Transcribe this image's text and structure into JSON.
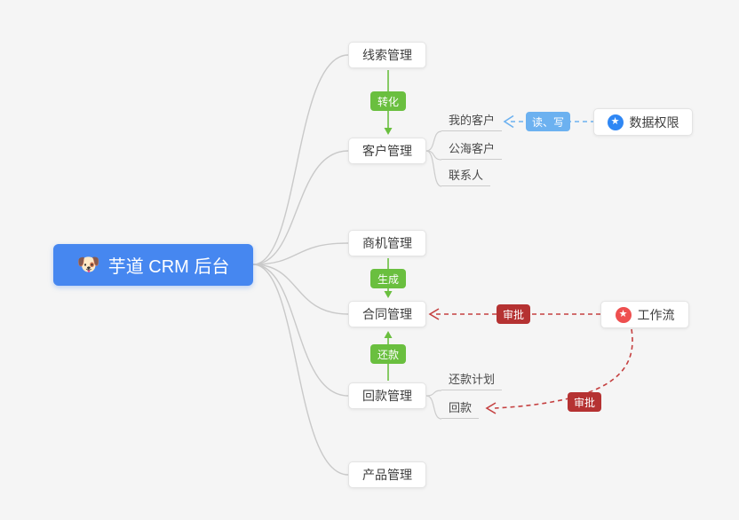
{
  "root": {
    "icon": "🐶",
    "label": "芋道 CRM 后台"
  },
  "nodes": {
    "clue": {
      "label": "线索管理"
    },
    "customer": {
      "label": "客户管理"
    },
    "opportunity": {
      "label": "商机管理"
    },
    "contract": {
      "label": "合同管理"
    },
    "receivable": {
      "label": "回款管理"
    },
    "product": {
      "label": "产品管理"
    }
  },
  "customer_children": {
    "my_customer": {
      "label": "我的客户"
    },
    "public_customer": {
      "label": "公海客户"
    },
    "contact": {
      "label": "联系人"
    }
  },
  "receivable_children": {
    "repayment_plan": {
      "label": "还款计划"
    },
    "receivable_item": {
      "label": "回款"
    }
  },
  "edge_badges": {
    "convert": {
      "label": "转化",
      "color": "#6abf3f"
    },
    "generate": {
      "label": "生成",
      "color": "#6abf3f"
    },
    "repay": {
      "label": "还款",
      "color": "#6abf3f"
    },
    "read_write": {
      "label": "读、写",
      "color": "#6cb1f0"
    },
    "approve_contract": {
      "label": "审批",
      "color": "#b53232"
    },
    "approve_receivable": {
      "label": "审批",
      "color": "#b53232"
    }
  },
  "feature_nodes": {
    "data_permission": {
      "label": "数据权限",
      "icon": "★",
      "icon_color": "#2f87f4"
    },
    "workflow": {
      "label": "工作流",
      "icon": "★",
      "icon_color": "#ee4f4f"
    }
  },
  "colors": {
    "background": "#f5f5f5",
    "root_bg": "#4687f0",
    "green": "#6abf3f",
    "blue": "#6cb1f0",
    "red_badge": "#b53232",
    "red_line": "#c54040",
    "gray_line": "#c9c9c9"
  }
}
